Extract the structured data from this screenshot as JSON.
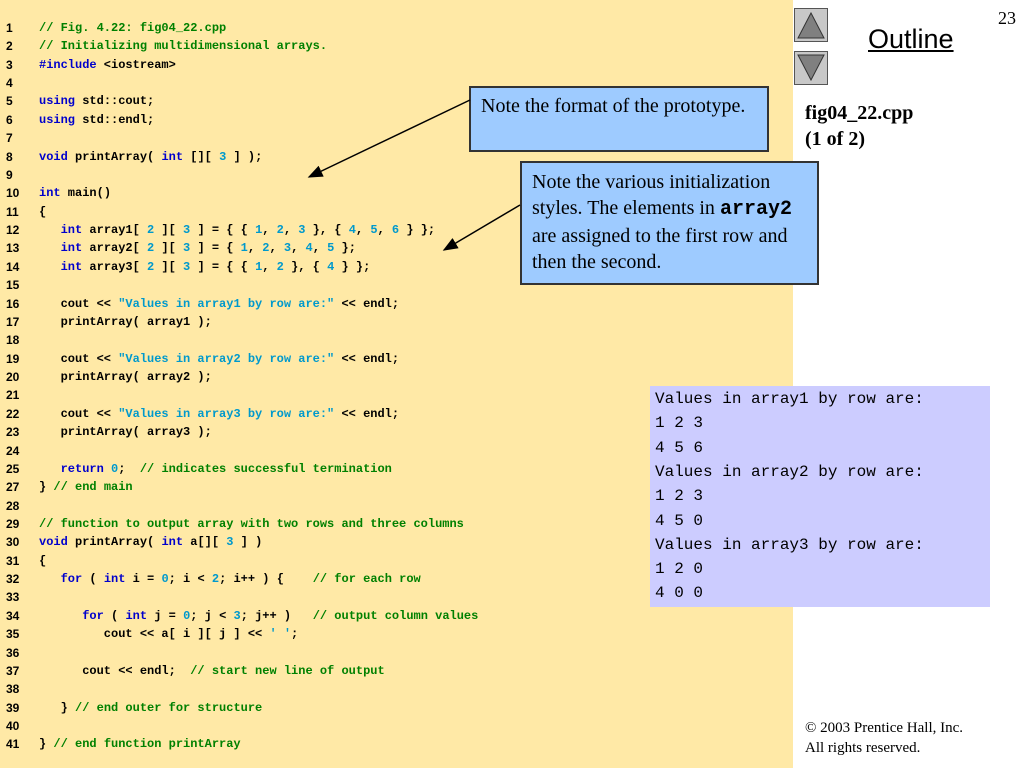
{
  "page_number": "23",
  "outline_title": "Outline",
  "file_label": {
    "line1": "fig04_22.cpp",
    "line2": "(1 of 2)"
  },
  "nav": {
    "up_icon": "triangle-up-icon",
    "down_icon": "triangle-down-icon"
  },
  "callouts": {
    "first": "Note the format of the prototype.",
    "second_before": "Note the various initialization styles. The elements in ",
    "second_code": "array2",
    "second_after": " are assigned to the first row and then the second."
  },
  "output": [
    "Values in array1 by row are:",
    "1 2 3",
    "4 5 6",
    "Values in array2 by row are:",
    "1 2 3",
    "4 5 0",
    "Values in array3 by row are:",
    "1 2 0",
    "4 0 0"
  ],
  "copyright": {
    "line1": "© 2003 Prentice Hall, Inc.",
    "line2": "All rights reserved."
  },
  "colors": {
    "code_background": "#ffe9a6",
    "comment": "#008000",
    "keyword": "#0000cc",
    "literal": "#0099cc",
    "callout_background": "#9ecbff",
    "output_background": "#ccccff"
  },
  "code_lines": [
    {
      "n": "1",
      "tokens": [
        [
          "c",
          "// Fig. 4.22: fig04_22.cpp"
        ]
      ]
    },
    {
      "n": "2",
      "tokens": [
        [
          "c",
          "// Initializing multidimensional arrays."
        ]
      ]
    },
    {
      "n": "3",
      "tokens": [
        [
          "p",
          "#include"
        ],
        [
          "t",
          " <iostream>"
        ]
      ]
    },
    {
      "n": "4",
      "tokens": []
    },
    {
      "n": "5",
      "tokens": [
        [
          "k",
          "using"
        ],
        [
          "t",
          " std::cout;"
        ]
      ]
    },
    {
      "n": "6",
      "tokens": [
        [
          "k",
          "using"
        ],
        [
          "t",
          " std::endl;"
        ]
      ]
    },
    {
      "n": "7",
      "tokens": []
    },
    {
      "n": "8",
      "tokens": [
        [
          "k",
          "void"
        ],
        [
          "t",
          " printArray( "
        ],
        [
          "k",
          "int"
        ],
        [
          "t",
          " [][ "
        ],
        [
          "n",
          "3"
        ],
        [
          "t",
          " ] );"
        ]
      ]
    },
    {
      "n": "9",
      "tokens": []
    },
    {
      "n": "10",
      "tokens": [
        [
          "k",
          "int"
        ],
        [
          "t",
          " main()"
        ]
      ]
    },
    {
      "n": "11",
      "tokens": [
        [
          "t",
          "{"
        ]
      ]
    },
    {
      "n": "12",
      "tokens": [
        [
          "t",
          "   "
        ],
        [
          "k",
          "int"
        ],
        [
          "t",
          " array1[ "
        ],
        [
          "n",
          "2"
        ],
        [
          "t",
          " ][ "
        ],
        [
          "n",
          "3"
        ],
        [
          "t",
          " ] = { { "
        ],
        [
          "n",
          "1"
        ],
        [
          "t",
          ", "
        ],
        [
          "n",
          "2"
        ],
        [
          "t",
          ", "
        ],
        [
          "n",
          "3"
        ],
        [
          "t",
          " }, { "
        ],
        [
          "n",
          "4"
        ],
        [
          "t",
          ", "
        ],
        [
          "n",
          "5"
        ],
        [
          "t",
          ", "
        ],
        [
          "n",
          "6"
        ],
        [
          "t",
          " } };"
        ]
      ]
    },
    {
      "n": "13",
      "tokens": [
        [
          "t",
          "   "
        ],
        [
          "k",
          "int"
        ],
        [
          "t",
          " array2[ "
        ],
        [
          "n",
          "2"
        ],
        [
          "t",
          " ][ "
        ],
        [
          "n",
          "3"
        ],
        [
          "t",
          " ] = { "
        ],
        [
          "n",
          "1"
        ],
        [
          "t",
          ", "
        ],
        [
          "n",
          "2"
        ],
        [
          "t",
          ", "
        ],
        [
          "n",
          "3"
        ],
        [
          "t",
          ", "
        ],
        [
          "n",
          "4"
        ],
        [
          "t",
          ", "
        ],
        [
          "n",
          "5"
        ],
        [
          "t",
          " };"
        ]
      ]
    },
    {
      "n": "14",
      "tokens": [
        [
          "t",
          "   "
        ],
        [
          "k",
          "int"
        ],
        [
          "t",
          " array3[ "
        ],
        [
          "n",
          "2"
        ],
        [
          "t",
          " ][ "
        ],
        [
          "n",
          "3"
        ],
        [
          "t",
          " ] = { { "
        ],
        [
          "n",
          "1"
        ],
        [
          "t",
          ", "
        ],
        [
          "n",
          "2"
        ],
        [
          "t",
          " }, { "
        ],
        [
          "n",
          "4"
        ],
        [
          "t",
          " } };"
        ]
      ]
    },
    {
      "n": "15",
      "tokens": []
    },
    {
      "n": "16",
      "tokens": [
        [
          "t",
          "   cout << "
        ],
        [
          "s",
          "\"Values in array1 by row are:\""
        ],
        [
          "t",
          " << endl;"
        ]
      ]
    },
    {
      "n": "17",
      "tokens": [
        [
          "t",
          "   printArray( array1 );"
        ]
      ]
    },
    {
      "n": "18",
      "tokens": []
    },
    {
      "n": "19",
      "tokens": [
        [
          "t",
          "   cout << "
        ],
        [
          "s",
          "\"Values in array2 by row are:\""
        ],
        [
          "t",
          " << endl;"
        ]
      ]
    },
    {
      "n": "20",
      "tokens": [
        [
          "t",
          "   printArray( array2 );"
        ]
      ]
    },
    {
      "n": "21",
      "tokens": []
    },
    {
      "n": "22",
      "tokens": [
        [
          "t",
          "   cout << "
        ],
        [
          "s",
          "\"Values in array3 by row are:\""
        ],
        [
          "t",
          " << endl;"
        ]
      ]
    },
    {
      "n": "23",
      "tokens": [
        [
          "t",
          "   printArray( array3 );"
        ]
      ]
    },
    {
      "n": "24",
      "tokens": []
    },
    {
      "n": "25",
      "tokens": [
        [
          "t",
          "   "
        ],
        [
          "k",
          "return"
        ],
        [
          "t",
          " "
        ],
        [
          "n",
          "0"
        ],
        [
          "t",
          ";  "
        ],
        [
          "c",
          "// indicates successful termination"
        ]
      ]
    },
    {
      "n": "27",
      "tokens": [
        [
          "t",
          "} "
        ],
        [
          "c",
          "// end main"
        ]
      ]
    },
    {
      "n": "28",
      "tokens": []
    },
    {
      "n": "29",
      "tokens": [
        [
          "c",
          "// function to output array with two rows and three columns"
        ]
      ]
    },
    {
      "n": "30",
      "tokens": [
        [
          "k",
          "void"
        ],
        [
          "t",
          " printArray( "
        ],
        [
          "k",
          "int"
        ],
        [
          "t",
          " a[][ "
        ],
        [
          "n",
          "3"
        ],
        [
          "t",
          " ] )"
        ]
      ]
    },
    {
      "n": "31",
      "tokens": [
        [
          "t",
          "{"
        ]
      ]
    },
    {
      "n": "32",
      "tokens": [
        [
          "t",
          "   "
        ],
        [
          "k",
          "for"
        ],
        [
          "t",
          " ( "
        ],
        [
          "k",
          "int"
        ],
        [
          "t",
          " i = "
        ],
        [
          "n",
          "0"
        ],
        [
          "t",
          "; i < "
        ],
        [
          "n",
          "2"
        ],
        [
          "t",
          "; i++ ) {    "
        ],
        [
          "c",
          "// for each row"
        ]
      ]
    },
    {
      "n": "33",
      "tokens": []
    },
    {
      "n": "34",
      "tokens": [
        [
          "t",
          "      "
        ],
        [
          "k",
          "for"
        ],
        [
          "t",
          " ( "
        ],
        [
          "k",
          "int"
        ],
        [
          "t",
          " j = "
        ],
        [
          "n",
          "0"
        ],
        [
          "t",
          "; j < "
        ],
        [
          "n",
          "3"
        ],
        [
          "t",
          "; j++ )   "
        ],
        [
          "c",
          "// output column values"
        ]
      ]
    },
    {
      "n": "35",
      "tokens": [
        [
          "t",
          "         cout << a[ i ][ j ] << "
        ],
        [
          "s",
          "' '"
        ],
        [
          "t",
          ";"
        ]
      ]
    },
    {
      "n": "36",
      "tokens": []
    },
    {
      "n": "37",
      "tokens": [
        [
          "t",
          "      cout << endl;  "
        ],
        [
          "c",
          "// start new line of output"
        ]
      ]
    },
    {
      "n": "38",
      "tokens": []
    },
    {
      "n": "39",
      "tokens": [
        [
          "t",
          "   } "
        ],
        [
          "c",
          "// end outer for structure"
        ]
      ]
    },
    {
      "n": "40",
      "tokens": []
    },
    {
      "n": "41",
      "tokens": [
        [
          "t",
          "} "
        ],
        [
          "c",
          "// end function printArray"
        ]
      ]
    }
  ]
}
